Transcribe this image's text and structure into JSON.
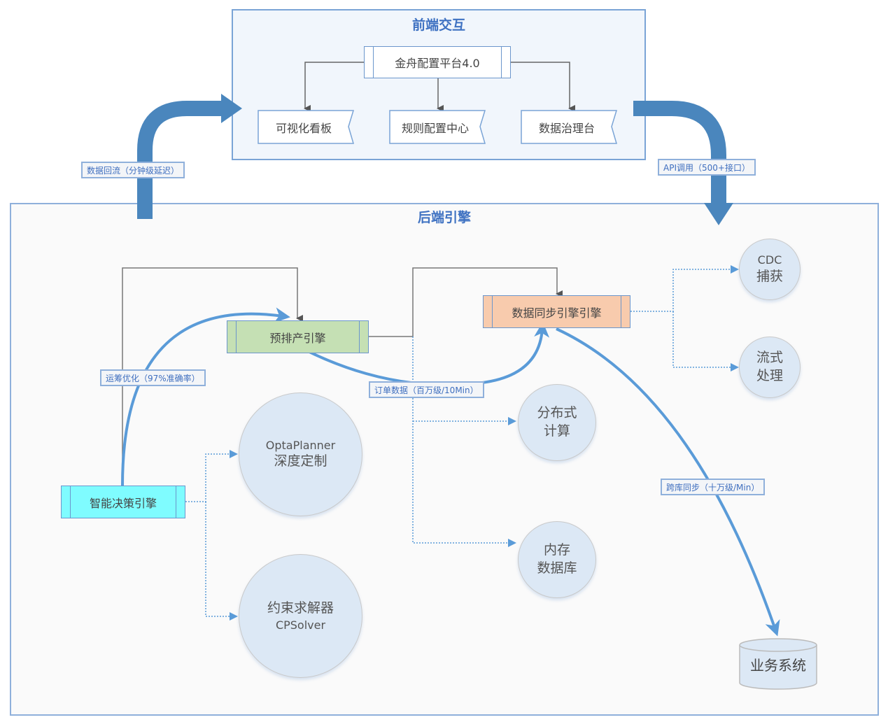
{
  "frontend": {
    "title": "前端交互",
    "platform": "金舟配置平台4.0",
    "modules": [
      "可视化看板",
      "规则配置中心",
      "数据治理台"
    ]
  },
  "backend": {
    "title": "后端引擎",
    "engines": {
      "prescheduling": "预排产引擎",
      "data_sync": "数据同步引擎引擎",
      "decision": "智能决策引擎"
    },
    "circles": {
      "optaplanner": [
        "OptaPlanner",
        "深度定制"
      ],
      "cpsolver": [
        "约束求解器",
        "CPSolver"
      ],
      "distributed": [
        "分布式",
        "计算"
      ],
      "memory_db": [
        "内存",
        "数据库"
      ],
      "cdc": [
        "CDC",
        "捕获"
      ],
      "stream": [
        "流式",
        "处理"
      ]
    },
    "business_system": "业务系统"
  },
  "flow_labels": {
    "data_backflow": "数据回流（分钟级延迟）",
    "api_call": "API调用（500+接口）",
    "optimization": "运筹优化（97%准确率）",
    "order_data": "订单数据（百万级/10Min）",
    "cross_db_sync": "跨库同步（十万级/Min）"
  },
  "colors": {
    "frame_border": "#7aa4d6",
    "title_blue": "#3f72c2",
    "big_arrow": "#4a86bd",
    "flow_arrow": "#5a9bd8",
    "prescheduling_fill": "#c5e0b4",
    "data_sync_fill": "#f8cbad",
    "decision_fill": "#7ffcff",
    "circle_fill": "#dce8f5"
  }
}
